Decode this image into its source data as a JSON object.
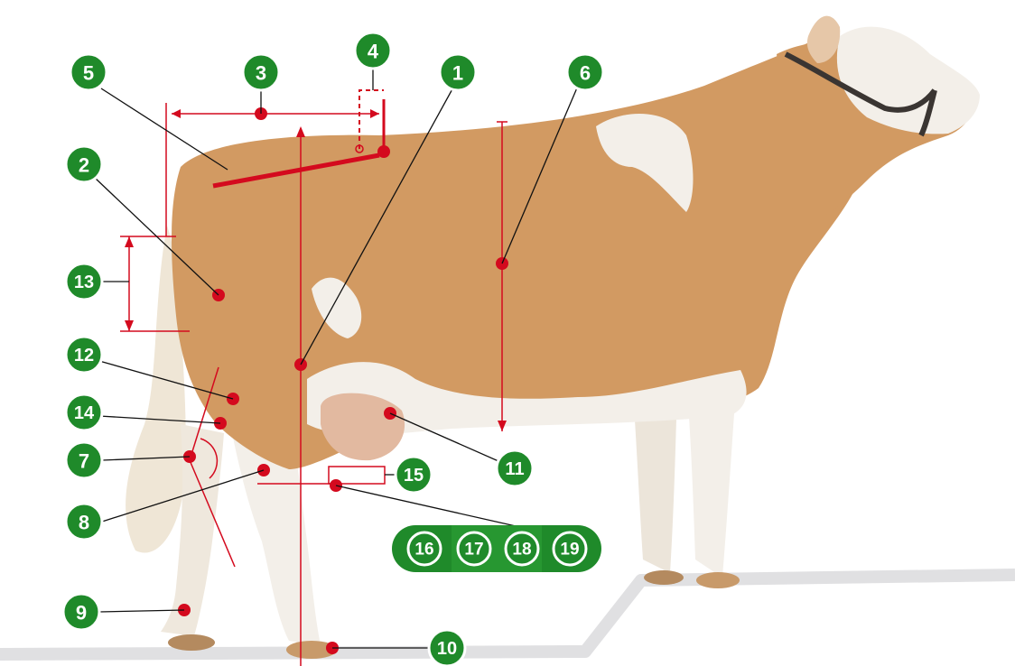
{
  "diagram": {
    "subject": "cow-side-view",
    "colors": {
      "badge_fill": "#1f8a2a",
      "badge_stroke": "#ffffff",
      "marker_red": "#d40a1e",
      "leader_black": "#111111",
      "cow_coat": "#d29a62",
      "cow_white": "#f3efe9",
      "ground_grey": "#e0e0e2"
    },
    "labels": {
      "n1": "1",
      "n2": "2",
      "n3": "3",
      "n4": "4",
      "n5": "5",
      "n6": "6",
      "n7": "7",
      "n8": "8",
      "n9": "9",
      "n10": "10",
      "n11": "11",
      "n12": "12",
      "n13": "13",
      "n14": "14",
      "n15": "15"
    },
    "teat_group": {
      "labels": [
        "16",
        "17",
        "18",
        "19"
      ]
    }
  }
}
